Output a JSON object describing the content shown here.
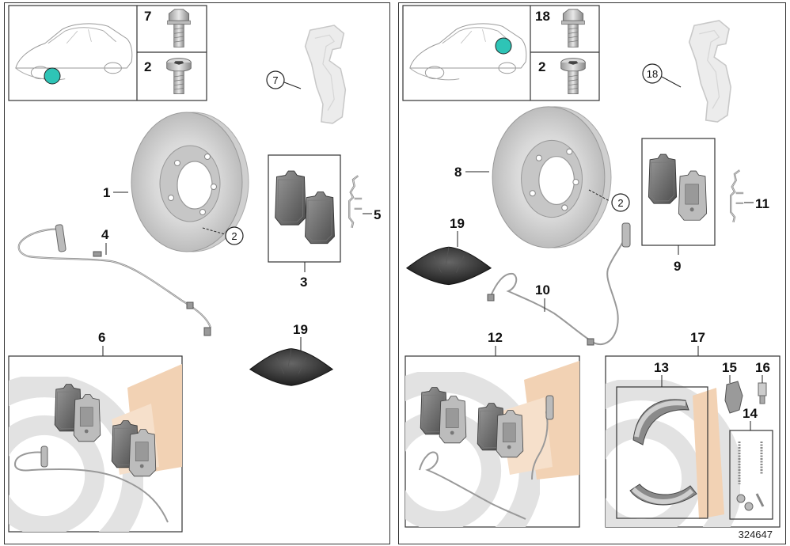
{
  "diagram_id": "324647",
  "left": {
    "car_marker_color": "#2ec4b6",
    "bolt_a_label": "7",
    "bolt_b_label": "2",
    "callouts": {
      "rotor": "1",
      "rotor_circle": "2",
      "pads": "3",
      "sensor": "4",
      "spring": "5",
      "kit": "6",
      "bracket_circle": "7",
      "grease": "19"
    }
  },
  "right": {
    "car_marker_color": "#2ec4b6",
    "bolt_a_label": "18",
    "bolt_b_label": "2",
    "callouts": {
      "rotor": "8",
      "rotor_circle": "2",
      "pads": "9",
      "sensor": "10",
      "spring": "11",
      "kit_pads": "12",
      "shoes": "13",
      "springs_kit": "14",
      "part15": "15",
      "part16": "16",
      "kit_shoes": "17",
      "bracket_circle": "18",
      "grease": "19"
    }
  }
}
